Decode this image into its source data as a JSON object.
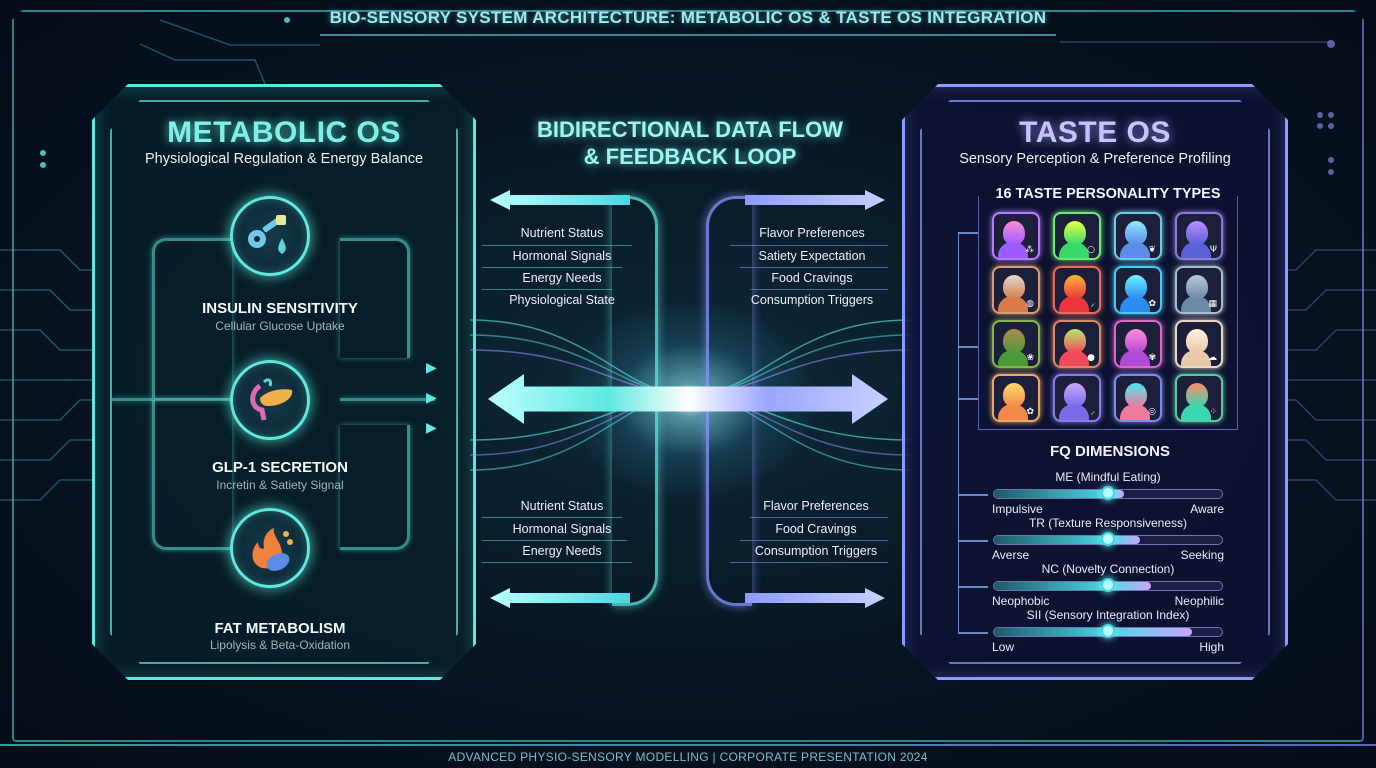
{
  "header": {
    "title": "BIO-SENSORY SYSTEM ARCHITECTURE: METABOLIC OS & TASTE OS INTEGRATION"
  },
  "footer": {
    "text": "ADVANCED PHYSIO-SENSORY MODELLING | CORPORATE PRESENTATION 2024"
  },
  "metabolic_os": {
    "title": "METABOLIC OS",
    "subtitle": "Physiological Regulation & Energy Balance",
    "accent": "#5ee8e0",
    "nodes": [
      {
        "title": "INSULIN SENSITIVITY",
        "subtitle": "Cellular Glucose Uptake",
        "icon": "key-droplet-icon"
      },
      {
        "title": "GLP-1 SECRETION",
        "subtitle": "Incretin & Satiety Signal",
        "icon": "pancreas-icon"
      },
      {
        "title": "FAT METABOLISM",
        "subtitle": "Lipolysis & Beta-Oxidation",
        "icon": "flame-mitochondria-icon"
      }
    ]
  },
  "center": {
    "title_line1": "BIDIRECTIONAL DATA FLOW",
    "title_line2": "& FEEDBACK LOOP",
    "top_left_signals": [
      "Nutrient Status",
      "Hormonal Signals",
      "Energy Needs",
      "Physiological State"
    ],
    "top_right_signals": [
      "Flavor Preferences",
      "Satiety Expectation",
      "Food Cravings",
      "Consumption Triggers"
    ],
    "bottom_left_signals": [
      "Nutrient Status",
      "Hormonal Signals",
      "Energy Needs"
    ],
    "bottom_right_signals": [
      "Flavor Preferences",
      "Food Cravings",
      "Consumption Triggers"
    ]
  },
  "taste_os": {
    "title": "TASTE OS",
    "subtitle": "Sensory Perception & Preference Profiling",
    "accent": "#8c9bff",
    "personality_title": "16 TASTE PERSONALITY TYPES",
    "personality_types": [
      {
        "border": "#b67bff",
        "head": "#ff8ad8",
        "body": "#9a5cff",
        "glyph": "⁂"
      },
      {
        "border": "#6ee87a",
        "head": "#eaff4a",
        "body": "#38d96a",
        "glyph": "○"
      },
      {
        "border": "#6fc8e8",
        "head": "#8fe6ff",
        "body": "#5b8de8",
        "glyph": "❦"
      },
      {
        "border": "#8e7bd8",
        "head": "#b88dff",
        "body": "#5b5fd8",
        "glyph": "Ψ"
      },
      {
        "border": "#d89a70",
        "head": "#e0d8d0",
        "body": "#d87c4a",
        "glyph": "◍"
      },
      {
        "border": "#e86a5a",
        "head": "#ffb23a",
        "body": "#e8363a",
        "glyph": "⸝"
      },
      {
        "border": "#4ac8f0",
        "head": "#6ef0ff",
        "body": "#2a8cf0",
        "glyph": "✿"
      },
      {
        "border": "#a8bcd0",
        "head": "#b8c8d8",
        "body": "#6c8aa8",
        "glyph": "▦"
      },
      {
        "border": "#8ab050",
        "head": "#b08a50",
        "body": "#4a9a3a",
        "glyph": "❀"
      },
      {
        "border": "#d88a6a",
        "head": "#b8e86a",
        "body": "#f04a5a",
        "glyph": "●"
      },
      {
        "border": "#d86ac8",
        "head": "#ff8ad8",
        "body": "#b04ad8",
        "glyph": "✾"
      },
      {
        "border": "#e8d8c8",
        "head": "#fff0de",
        "body": "#e8c8a8",
        "glyph": "☁"
      },
      {
        "border": "#e8a86a",
        "head": "#ffd86a",
        "body": "#f08a4a",
        "glyph": "✿"
      },
      {
        "border": "#8a7ce8",
        "head": "#c8a8ff",
        "body": "#7a6ae8",
        "glyph": "⸝"
      },
      {
        "border": "#7a8ce8",
        "head": "#4ae8f0",
        "body": "#f07a9a",
        "glyph": "◎"
      },
      {
        "border": "#5ac8a8",
        "head": "#ff8a6a",
        "body": "#3ad8b0",
        "glyph": "⁘"
      }
    ],
    "fq_title": "FQ DIMENSIONS",
    "fq_dimensions": [
      {
        "label": "ME (Mindful Eating)",
        "low": "Impulsive",
        "high": "Aware",
        "value": 0.5,
        "fill_end": 0.57
      },
      {
        "label": "TR (Texture Responsiveness)",
        "low": "Averse",
        "high": "Seeking",
        "value": 0.5,
        "fill_end": 0.64
      },
      {
        "label": "NC (Novelty Connection)",
        "low": "Neophobic",
        "high": "Neophilic",
        "value": 0.5,
        "fill_end": 0.69
      },
      {
        "label": "SII (Sensory Integration Index)",
        "low": "Low",
        "high": "High",
        "value": 0.5,
        "fill_end": 0.87
      }
    ]
  }
}
